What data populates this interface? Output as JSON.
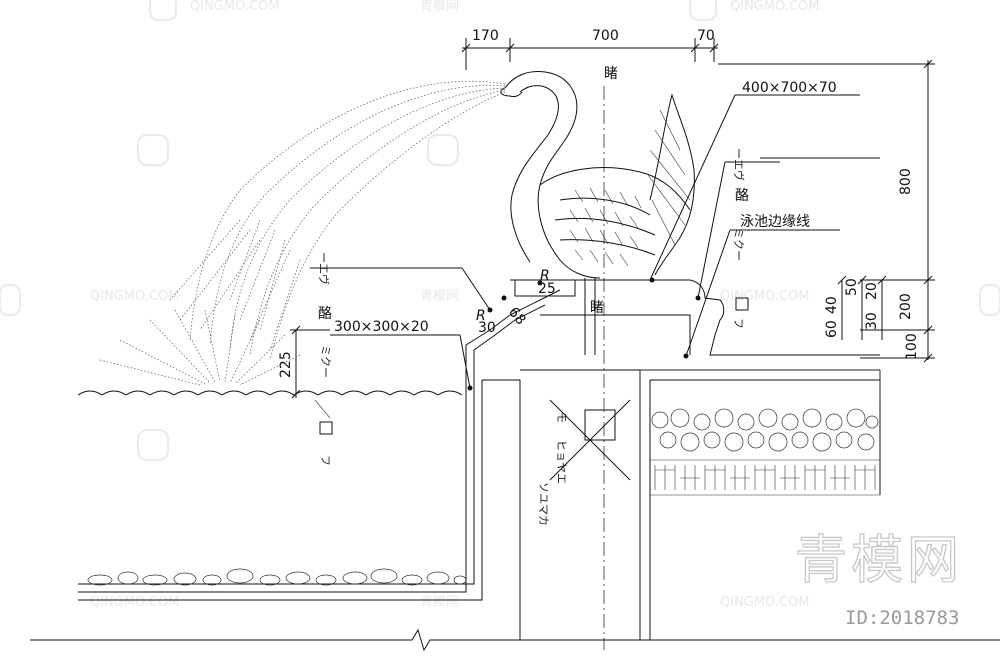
{
  "dimensions": {
    "top": [
      "170",
      "700",
      "70"
    ],
    "right": [
      "800",
      "50",
      "20",
      "200",
      "40",
      "60",
      "30",
      "100"
    ],
    "water": "225"
  },
  "labels": {
    "top_char": "睹",
    "swan_char": "睹",
    "slab_top": "400×700×70",
    "slab_side": "300×300×20",
    "pool_edge": "泳池边缘线",
    "annot_right": "酪",
    "annot_left": "酪",
    "radius_25": "25",
    "radius_30": "30",
    "radius_68": "68",
    "r_mark": "R"
  },
  "vertical_notes": {
    "right_upper": "ーエヴ",
    "right_lower": "ミクー",
    "right_bottom": "フ",
    "left_upper": "ーエヴ",
    "left_lower": "ミクー",
    "left_bottom": "フ",
    "center_a": "モ",
    "center_b": "ヒョヤエ",
    "center_c": "ソユマカ"
  },
  "watermark": {
    "logo": "青模网",
    "id": "ID:2018783",
    "brand": "QINGMO.COM",
    "brand_cn": "青模网"
  }
}
